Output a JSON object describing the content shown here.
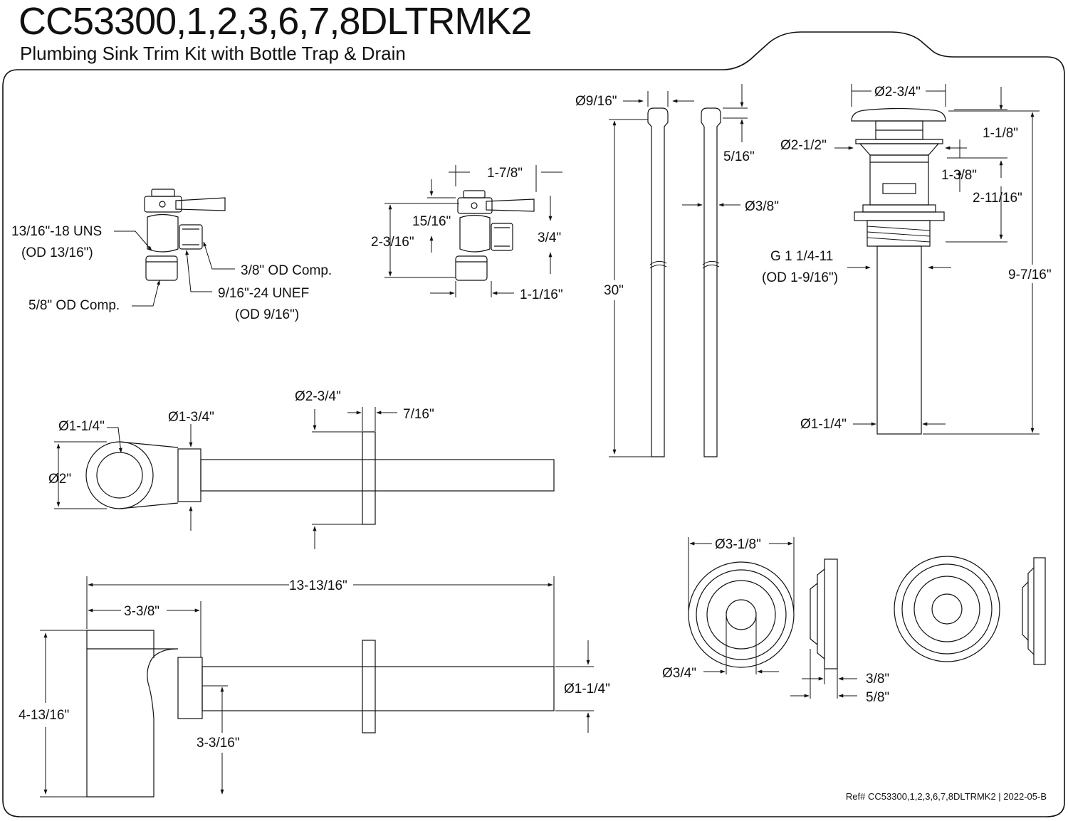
{
  "title": "CC53300,1,2,3,6,7,8DLTRMK2",
  "subtitle": "Plumbing Sink Trim Kit with Bottle Trap & Drain",
  "reference": "Ref# CC53300,1,2,3,6,7,8DLTRMK2 | 2022-05-B",
  "valve": {
    "inlet_thread": "13/16\"-18 UNS",
    "inlet_od": "(OD 13/16\")",
    "outlet_comp": "3/8\" OD Comp.",
    "inlet_comp": "5/8\" OD Comp.",
    "outlet_thread": "9/16\"-24 UNEF",
    "outlet_od": "(OD 9/16\")",
    "width": "1-7/8\"",
    "handle_height": "15/16\"",
    "total_height": "2-3/16\"",
    "outlet_height": "3/4\"",
    "inlet_offset": "1-1/16\""
  },
  "supply": {
    "tip_dia": "Ø9/16\"",
    "tip_len": "5/16\"",
    "tube_dia": "Ø3/8\"",
    "length": "30\""
  },
  "drain": {
    "cap_dia": "Ø2-3/4\"",
    "cap_h": "1-1/8\"",
    "flange_dia": "Ø2-1/2\"",
    "body_h": "1-3/8\"",
    "flange_h": "2-11/16\"",
    "thread": "G 1 1/4-11",
    "thread_od": "(OD 1-9/16\")",
    "total_h": "9-7/16\"",
    "tail_dia": "Ø1-1/4\""
  },
  "trap_top": {
    "inlet_dia": "Ø1-1/4\"",
    "nut_dia": "Ø1-3/4\"",
    "body_dia": "Ø2\"",
    "flange_dia": "Ø2-3/4\"",
    "flange_thk": "7/16\""
  },
  "trap_side": {
    "length": "13-13/16\"",
    "body_w": "3-3/8\"",
    "height": "4-13/16\"",
    "outlet_h": "3-3/16\"",
    "outlet_dia": "Ø1-1/4\""
  },
  "escutcheon": {
    "outer_dia": "Ø3-1/8\"",
    "hole_dia": "Ø3/4\"",
    "depth_a": "3/8\"",
    "depth_b": "5/8\""
  }
}
